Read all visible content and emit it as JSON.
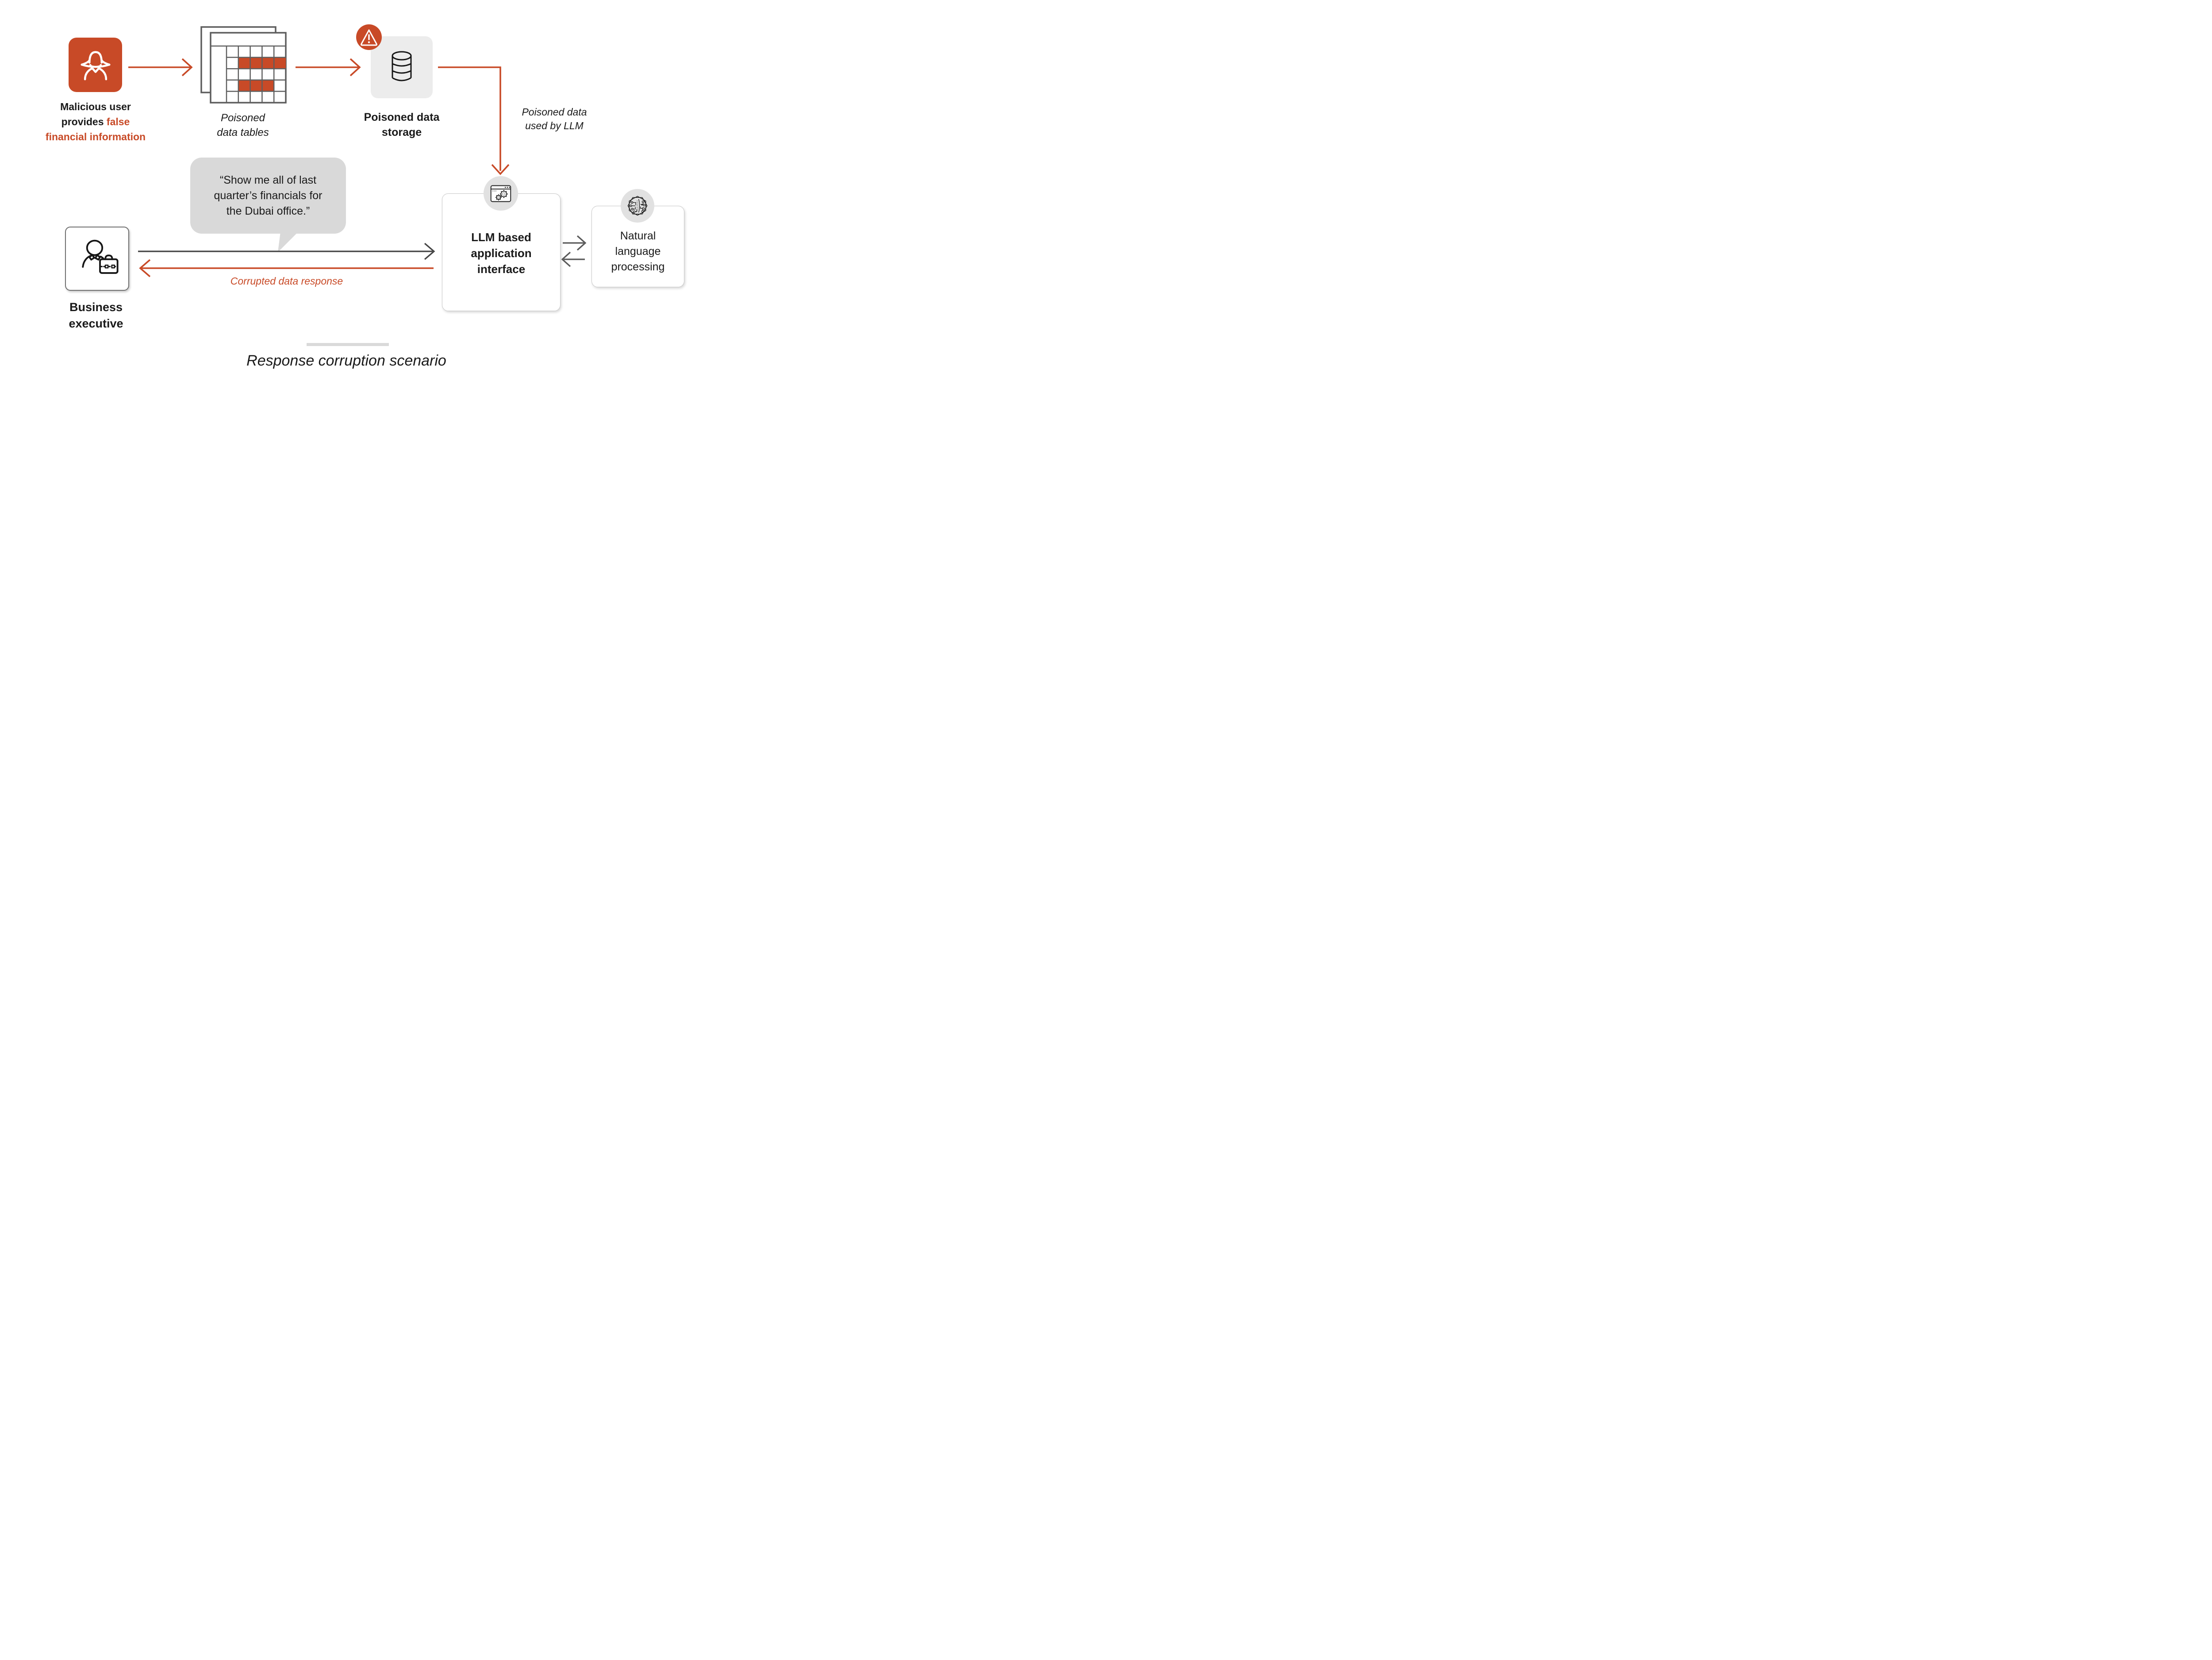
{
  "palette": {
    "orange": "#C84A27",
    "text_dark": "#1A1A1A",
    "arrow_dark": "#454545",
    "arrow_gray": "#5A5A5A",
    "table_stroke": "#5E5E5E",
    "box_border_light": "#C9C9C9",
    "box_border_dark": "#6E6E6E",
    "storage_fill": "#ECECEC",
    "icon_circle_fill": "#E1E1E1",
    "bubble_fill": "#D9D9D9",
    "divider_fill": "#DADADA",
    "icon_ink": "#161616",
    "white": "#FFFFFF"
  },
  "nodes": {
    "malicious_user": {
      "icon": "spy-icon",
      "line1": "Malicious user",
      "line2_black": "provides ",
      "line2_orange": "false",
      "line3": "financial information"
    },
    "poisoned_tables": {
      "icon": "data-table-icon",
      "label": "Poisoned\ndata tables"
    },
    "poisoned_storage": {
      "icon": "database-icon",
      "badge_icon": "warning-icon",
      "label": "Poisoned data\nstorage"
    },
    "llm_app": {
      "icon": "browser-gears-icon",
      "label": "LLM based\napplication\ninterface"
    },
    "nlp": {
      "icon": "brain-circuit-icon",
      "label": "Natural\nlanguage\nprocessing"
    },
    "business_executive": {
      "icon": "person-briefcase-icon",
      "label": "Business\nexecutive"
    }
  },
  "annotations": {
    "poisoned_data_used": "Poisoned data\nused by LLM",
    "corrupted_response": "Corrupted data response",
    "user_query": "“Show me all of last\nquarter’s financials for\nthe Dubai office.”",
    "title": "Response corruption scenario"
  }
}
